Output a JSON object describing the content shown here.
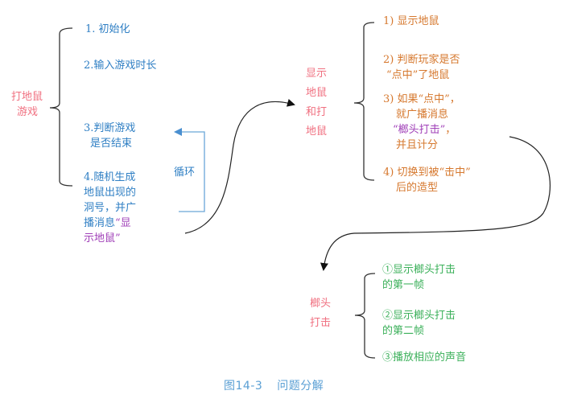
{
  "root": {
    "label_line1": "打地鼠",
    "label_line2": "游戏"
  },
  "steps": [
    {
      "lines": [
        "1. 初始化"
      ]
    },
    {
      "lines": [
        "2.输入游戏时长"
      ]
    },
    {
      "lines": [
        "3.判断游戏",
        "是否结束"
      ]
    },
    {
      "lines": [
        "4.随机生成",
        "地鼠出现的",
        "洞号，并广"
      ],
      "tail_prefix": "播消息",
      "tail_highlight_a": "“显",
      "tail_highlight_b": "示地鼠”"
    }
  ],
  "loop": {
    "label": "循环"
  },
  "show_and_hit": {
    "label_lines": [
      "显示",
      "地鼠",
      "和打",
      "地鼠"
    ],
    "items": [
      {
        "lines": [
          "1) 显示地鼠"
        ]
      },
      {
        "lines": [
          "2) 判断玩家是否",
          "“点中”了地鼠"
        ]
      },
      {
        "line1": "3) 如果“点中”，",
        "line2": "就广播消息",
        "line3_highlight": "“榔头打击”",
        "line3_suffix": "，",
        "line4": "并且计分"
      },
      {
        "lines": [
          "4) 切换到被“击中”",
          "后的造型"
        ]
      }
    ]
  },
  "hammer": {
    "label_lines": [
      "榔头",
      "打击"
    ],
    "items": [
      {
        "lines": [
          "①显示榔头打击",
          "的第一帧"
        ]
      },
      {
        "lines": [
          "②显示榔头打击",
          "的第二帧"
        ]
      },
      {
        "lines": [
          "③播放相应的声音"
        ]
      }
    ]
  },
  "caption": {
    "figure_number": "图14-3",
    "title": "问题分解"
  },
  "colors": {
    "step_text": "#2f7fc4",
    "topic_label": "#f07080",
    "sub_step_text": "#d6782e",
    "message_highlight": "#a040b8",
    "hammer_text": "#3bb05a",
    "caption": "#5a9fd4",
    "loop_arrow": "#6aa6d8",
    "connector": "#222222"
  }
}
